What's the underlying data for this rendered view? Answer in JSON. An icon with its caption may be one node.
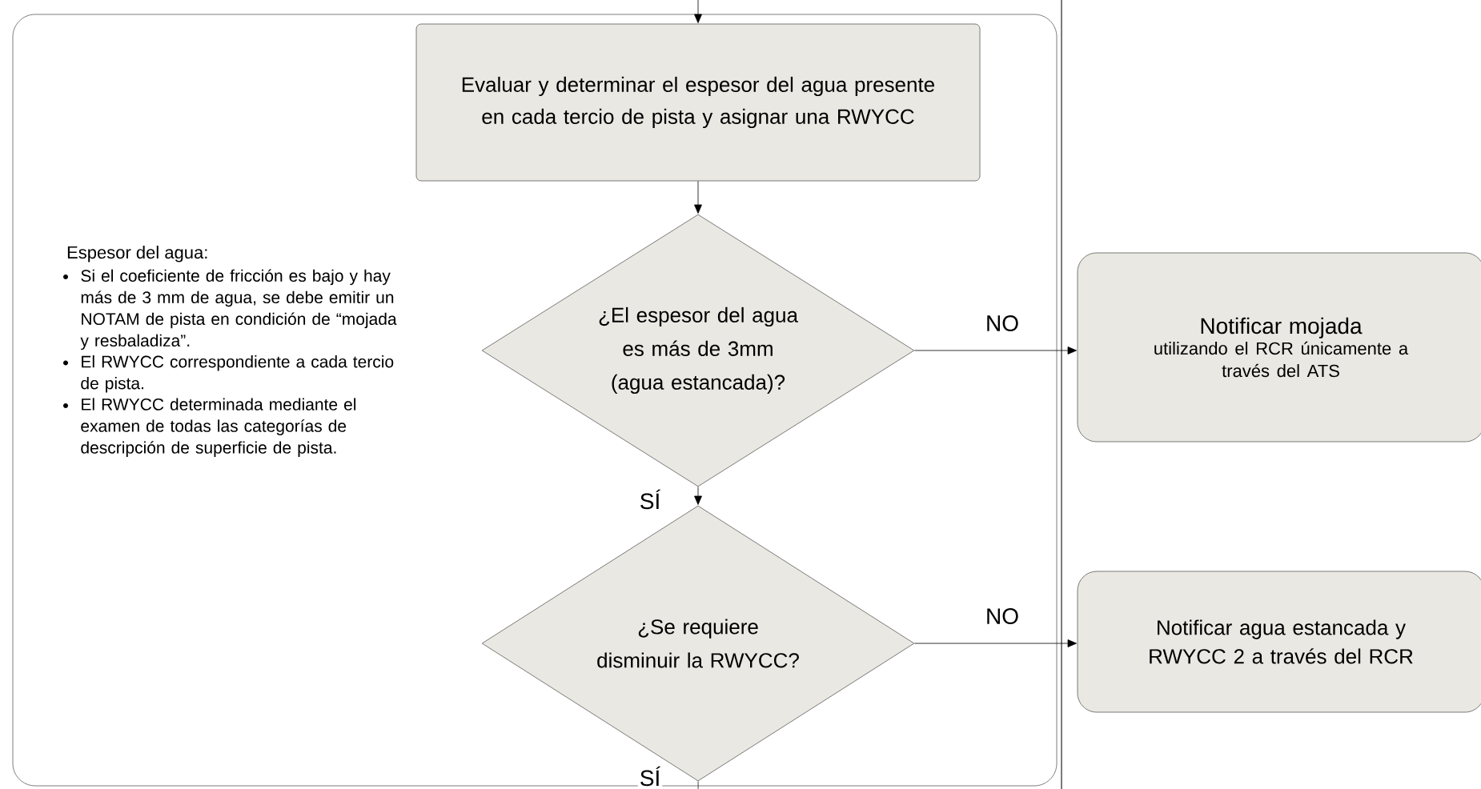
{
  "diagram": {
    "nodes": [
      {
        "text": [
          "Espesor del agua:",
          "Si el coeficiente de fricción es bajo y hay más de 3 mm de agua, se debe emitir un NOTAM de pista en condición de “mojada y resbaladiza”.",
          "El RWYCC correspondiente a cada tercio de pista.",
          "El RWYCC determinada mediante el examen de todas las categorías de descripción de superficie de pista."
        ]
      },
      {
        "text": [
          "Evaluar y determinar el espesor del agua presente en cada tercio de pista y asignar una RWYCC"
        ],
        "in": 0
      },
      {
        "text": [
          "¿El espesor del agua es más de 3mm (agua estancada)?"
        ],
        "in": 0
      },
      {
        "text": [
          "¿Se requiere disminuir la RWYCC?"
        ],
        "in": 0
      },
      {
        "text": [
          "Notificar mojada",
          "utilizando el RCR únicamente a través del ATS"
        ]
      },
      {
        "text": [
          "Notificar agua estancada y RWYCC 2 a través del RCR"
        ]
      }
    ],
    "edges": [
      {
        "from": null,
        "to": 1,
        "arrow": "to"
      },
      {
        "from": 1,
        "to": 2,
        "arrow": "to"
      },
      {
        "from": 2,
        "to": 3,
        "arrow": "to",
        "label": "SÍ"
      },
      {
        "from": 2,
        "to": 4,
        "arrow": "to",
        "label": "NO"
      },
      {
        "from": 3,
        "to": 5,
        "arrow": "to",
        "label": "NO"
      },
      {
        "from": 3,
        "to": null,
        "arrow": "none",
        "label": "SÍ"
      }
    ]
  }
}
